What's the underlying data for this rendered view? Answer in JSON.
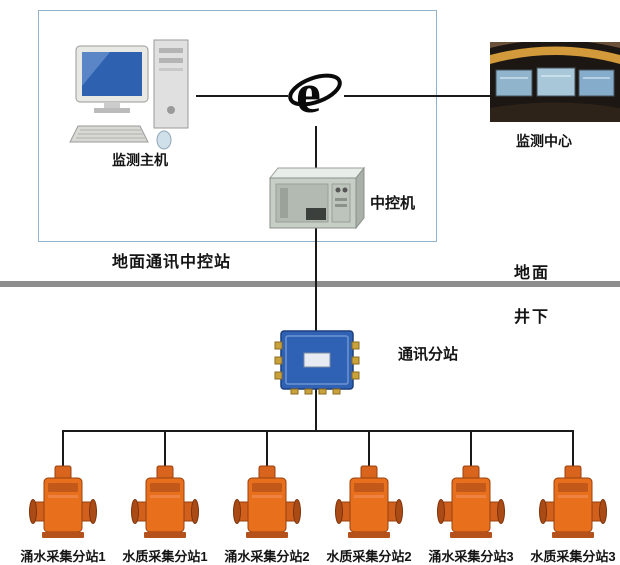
{
  "diagram": {
    "ground_station": {
      "label": "地面通讯中控站"
    },
    "host": {
      "label": "监测主机"
    },
    "internet": {
      "glyph": "e"
    },
    "monitor_center": {
      "label": "监测中心"
    },
    "controller": {
      "label": "中控机"
    },
    "substation": {
      "label": "通讯分站"
    },
    "zones": {
      "surface": "地面",
      "underground": "井下"
    },
    "colors": {
      "station_border": "#93b3cc",
      "divider_gray": "#8e8e8e",
      "substation_blue": "#2f62b4",
      "device_orange": "#e8701d",
      "wire_black": "#1a1a1a"
    },
    "devices": [
      {
        "label": "涌水采集分站1"
      },
      {
        "label": "水质采集分站1"
      },
      {
        "label": "涌水采集分站2"
      },
      {
        "label": "水质采集分站2"
      },
      {
        "label": "涌水采集分站3"
      },
      {
        "label": "水质采集分站3"
      }
    ]
  }
}
